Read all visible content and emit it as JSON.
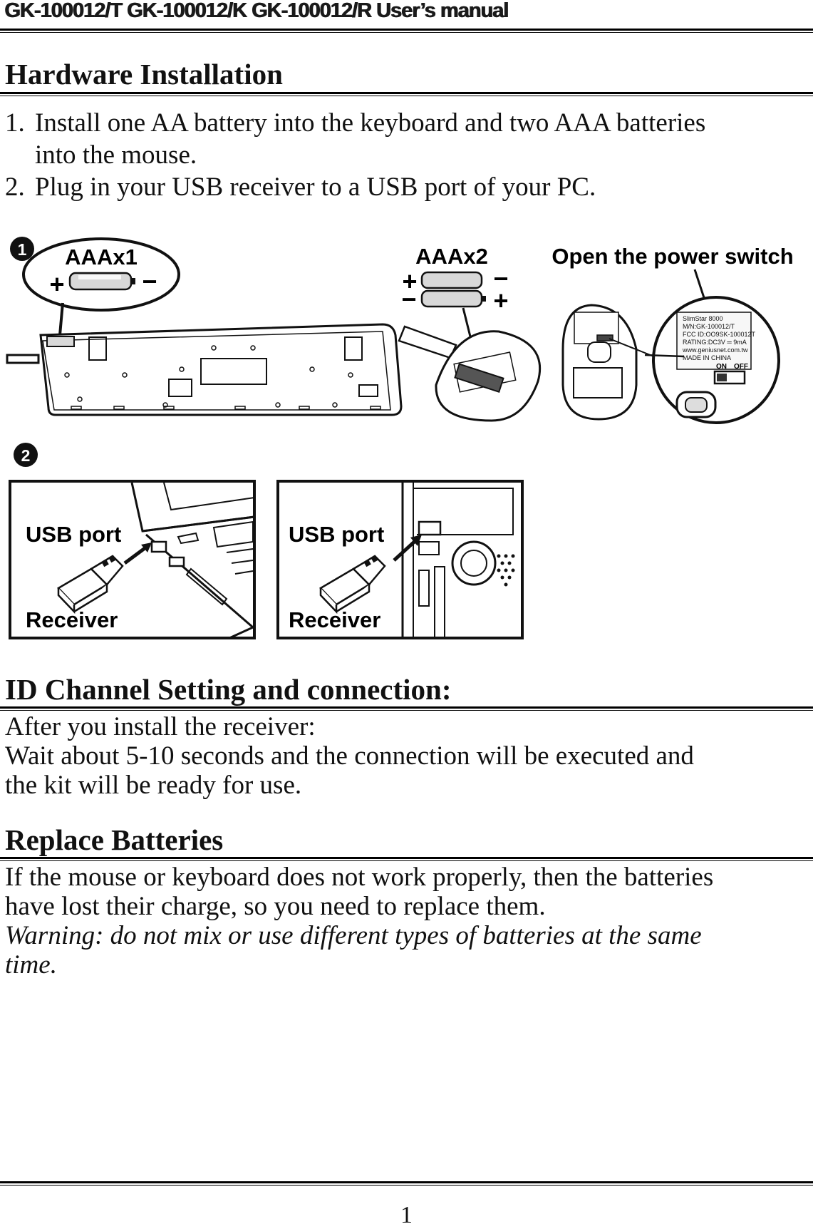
{
  "header": {
    "title": "GK-100012/T GK-100012/K GK-100012/R  User’s manual"
  },
  "hardware": {
    "heading": "Hardware Installation",
    "steps": [
      {
        "num": "1.",
        "line1": "Install one AA battery into the keyboard and two AAA batteries",
        "line2": "into the mouse."
      },
      {
        "num": "2.",
        "line1": "Plug in your USB receiver to a USB port of your PC."
      }
    ]
  },
  "figure": {
    "badge1": "1",
    "badge2": "2",
    "keyboard_battery": "AAAx1",
    "mouse_batteries": "AAAx2",
    "power_switch": "Open the power switch",
    "plus": "+",
    "minus": "−",
    "label_on": "ON",
    "label_off": "OFF",
    "sticker_lines": [
      "SlimStar 8000",
      "M/N:GK-100012/T",
      "FCC ID:OO9SK-100012T",
      "RATING:DC3V ═ 9mA",
      "www.geniusnet.com.tw",
      "MADE IN CHINA"
    ],
    "panel_left": {
      "port": "USB port",
      "receiver": "Receiver"
    },
    "panel_right": {
      "port": "USB port",
      "receiver": "Receiver"
    }
  },
  "id_channel": {
    "heading": "ID Channel Setting and connection:",
    "lines": [
      "After you install the receiver:",
      "Wait about 5-10 seconds and the connection will be executed and",
      "the kit will be ready for use."
    ]
  },
  "replace": {
    "heading": "Replace Batteries",
    "lines": [
      "If the mouse or keyboard does not work properly, then the batteries",
      "have lost their charge, so you need to replace them."
    ],
    "warning": [
      "Warning: do not mix or use different types of batteries at the same",
      "time."
    ]
  },
  "footer": {
    "page_number": "1"
  }
}
